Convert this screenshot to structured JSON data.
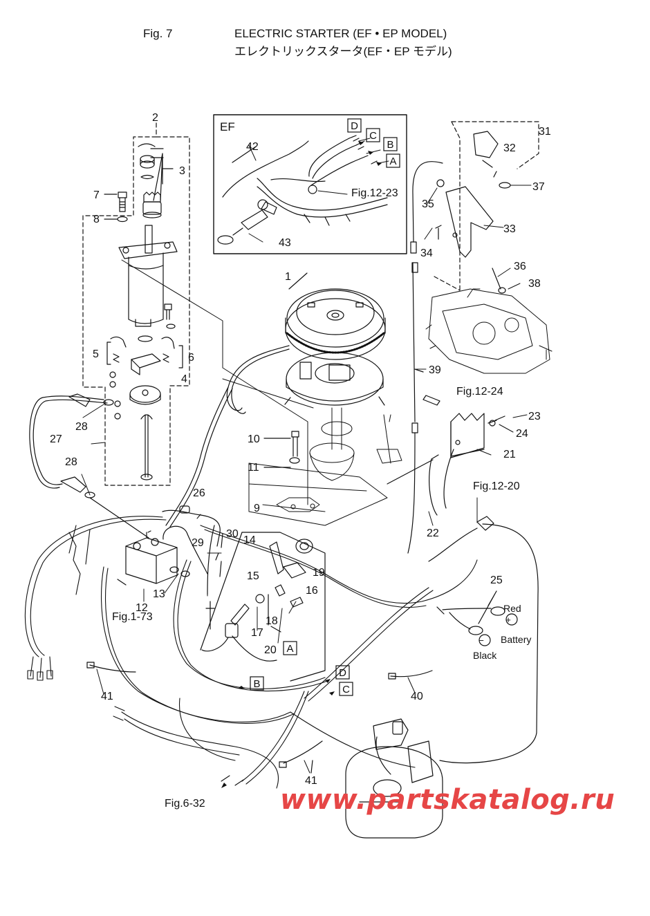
{
  "header": {
    "fig_label": "Fig. 7",
    "title_en": "ELECTRIC STARTER (EF • EP MODEL)",
    "title_jp": "エレクトリックスタータ(EF・EP モデル)"
  },
  "inset": {
    "label": "EF"
  },
  "callouts": [
    {
      "id": "p1",
      "text": "1"
    },
    {
      "id": "p2",
      "text": "2"
    },
    {
      "id": "p3",
      "text": "3"
    },
    {
      "id": "p4",
      "text": "4"
    },
    {
      "id": "p5",
      "text": "5"
    },
    {
      "id": "p6",
      "text": "6"
    },
    {
      "id": "p7",
      "text": "7"
    },
    {
      "id": "p8",
      "text": "8"
    },
    {
      "id": "p9",
      "text": "9"
    },
    {
      "id": "p10",
      "text": "10"
    },
    {
      "id": "p11",
      "text": "11"
    },
    {
      "id": "p12",
      "text": "12"
    },
    {
      "id": "p13",
      "text": "13"
    },
    {
      "id": "p14",
      "text": "14"
    },
    {
      "id": "p15",
      "text": "15"
    },
    {
      "id": "p16",
      "text": "16"
    },
    {
      "id": "p17",
      "text": "17"
    },
    {
      "id": "p18",
      "text": "18"
    },
    {
      "id": "p19",
      "text": "19"
    },
    {
      "id": "p20",
      "text": "20"
    },
    {
      "id": "p21",
      "text": "21"
    },
    {
      "id": "p22",
      "text": "22"
    },
    {
      "id": "p23",
      "text": "23"
    },
    {
      "id": "p24",
      "text": "24"
    },
    {
      "id": "p25",
      "text": "25"
    },
    {
      "id": "p26",
      "text": "26"
    },
    {
      "id": "p27",
      "text": "27"
    },
    {
      "id": "p28a",
      "text": "28"
    },
    {
      "id": "p28b",
      "text": "28"
    },
    {
      "id": "p29",
      "text": "29"
    },
    {
      "id": "p30",
      "text": "30"
    },
    {
      "id": "p31",
      "text": "31"
    },
    {
      "id": "p32",
      "text": "32"
    },
    {
      "id": "p33",
      "text": "33"
    },
    {
      "id": "p34",
      "text": "34"
    },
    {
      "id": "p35",
      "text": "35"
    },
    {
      "id": "p36",
      "text": "36"
    },
    {
      "id": "p37",
      "text": "37"
    },
    {
      "id": "p38",
      "text": "38"
    },
    {
      "id": "p39",
      "text": "39"
    },
    {
      "id": "p40",
      "text": "40"
    },
    {
      "id": "p41a",
      "text": "41"
    },
    {
      "id": "p41b",
      "text": "41"
    },
    {
      "id": "p42",
      "text": "42"
    },
    {
      "id": "p43",
      "text": "43"
    }
  ],
  "figure_refs": [
    {
      "id": "f1223",
      "text": "Fig.12-23"
    },
    {
      "id": "f1224",
      "text": "Fig.12-24"
    },
    {
      "id": "f1220",
      "text": "Fig.12-20"
    },
    {
      "id": "f173",
      "text": "Fig.1-73"
    },
    {
      "id": "f632",
      "text": "Fig.6-32"
    }
  ],
  "connector_letters": [
    {
      "id": "inD",
      "text": "D"
    },
    {
      "id": "inC",
      "text": "C"
    },
    {
      "id": "inB",
      "text": "B"
    },
    {
      "id": "inA",
      "text": "A"
    },
    {
      "id": "mA",
      "text": "A"
    },
    {
      "id": "mB",
      "text": "B"
    },
    {
      "id": "mD",
      "text": "D"
    },
    {
      "id": "mC",
      "text": "C"
    }
  ],
  "battery": {
    "label": "Battery",
    "red_label": "Red",
    "black_label": "Black",
    "plus_symbol": "+",
    "minus_symbol": "−"
  },
  "watermark": {
    "text": "www.partskatalog.ru",
    "color": "#e64646"
  }
}
